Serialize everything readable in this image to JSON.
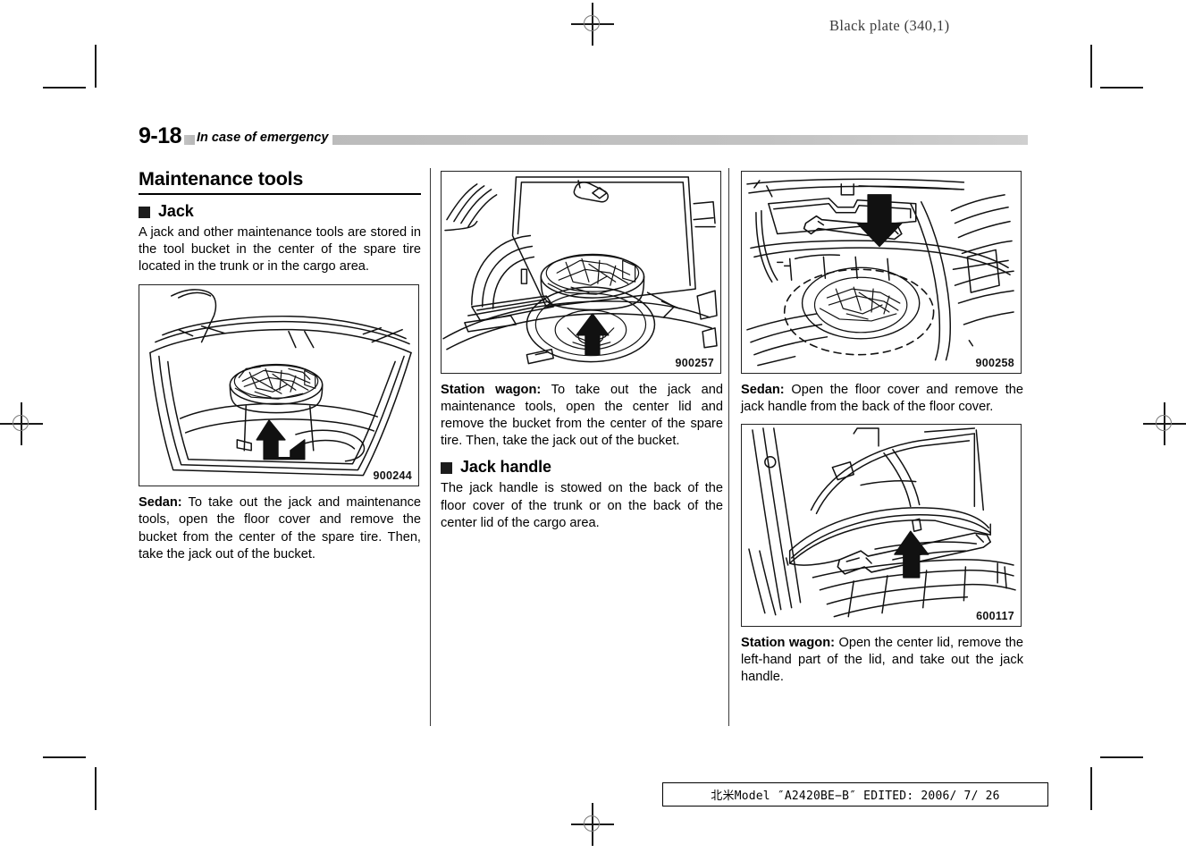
{
  "print_marks": {
    "black_plate_label": "Black plate (340,1)"
  },
  "running_head": {
    "page_number": "9-18",
    "section_title": "In case of emergency"
  },
  "columns": {
    "left": {
      "main_title": "Maintenance tools",
      "subsection_title": "Jack",
      "intro_paragraph": "A jack and other maintenance tools are stored in the tool bucket in the center of the spare tire located in the trunk or in the cargo area.",
      "figure": {
        "number": "900244",
        "alt": "sedan-trunk-spare-tire-tool-bucket"
      },
      "caption_lead": "Sedan:",
      "caption_text": " To take out the jack and main­tenance tools, open the floor cover and remove the bucket from the center of the spare tire. Then, take the jack out of the bucket."
    },
    "middle": {
      "figure": {
        "number": "900257",
        "alt": "station-wagon-cargo-center-lid-open"
      },
      "caption_lead": "Station wagon:",
      "caption_text": " To take out the jack and maintenance tools, open the center lid and remove the bucket from the center of the spare tire. Then, take the jack out of the bucket.",
      "subsection_title": "Jack handle",
      "body_paragraph": "The jack handle is stowed on the back of the floor cover of the trunk or on the back of the center lid of the cargo area."
    },
    "right": {
      "figure_top": {
        "number": "900258",
        "alt": "sedan-floor-cover-jack-handle"
      },
      "caption_top_lead": "Sedan:",
      "caption_top_text": " Open the floor cover and remove the jack handle from the back of the floor cover.",
      "figure_bottom": {
        "number": "600117",
        "alt": "station-wagon-center-lid-jack-handle"
      },
      "caption_bottom_lead": "Station wagon:",
      "caption_bottom_text": " Open the center lid, remove the left-hand part of the lid, and take out the jack handle."
    }
  },
  "footer": {
    "stamp_text": "北米Model ″A2420BE−B″ EDITED: 2006/ 7/ 26"
  },
  "colors": {
    "ink": "#000000",
    "rule_gray": "#c2c2c2",
    "plate_gray": "#3a3a3a"
  }
}
